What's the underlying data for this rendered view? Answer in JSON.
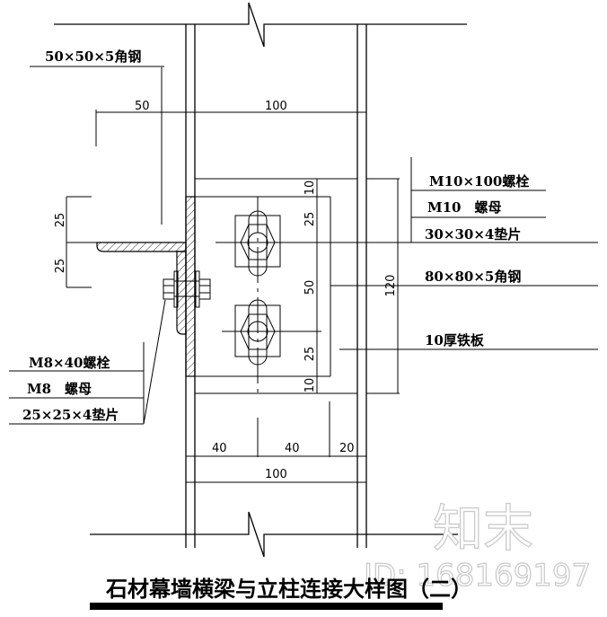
{
  "drawing": {
    "title": "石材幕墙横梁与立柱连接大样图（二）",
    "left_labels": {
      "angle_small": "50×50×5角钢",
      "bolt_m8": "M8×40螺栓",
      "nut_m8": "M8　螺母",
      "washer_25": "25×25×4垫片"
    },
    "right_labels": {
      "bolt_m10": "M10×100螺栓",
      "nut_m10": "M10　螺母",
      "washer_30": "30×30×4垫片",
      "angle_large": "80×80×5角钢",
      "plate": "10厚铁板"
    },
    "dimensions": {
      "top_left": "50",
      "top_right": "100",
      "left_upper": "25",
      "left_lower": "25",
      "inner_10_top": "10",
      "inner_25_top": "25",
      "inner_50": "50",
      "inner_25_bottom": "25",
      "inner_10_bottom": "10",
      "overall_height": "120",
      "bottom_40_a": "40",
      "bottom_40_b": "40",
      "bottom_20": "20",
      "bottom_total": "100"
    }
  },
  "watermark": {
    "brand": "知末",
    "id_text": "ID: 168169197"
  }
}
